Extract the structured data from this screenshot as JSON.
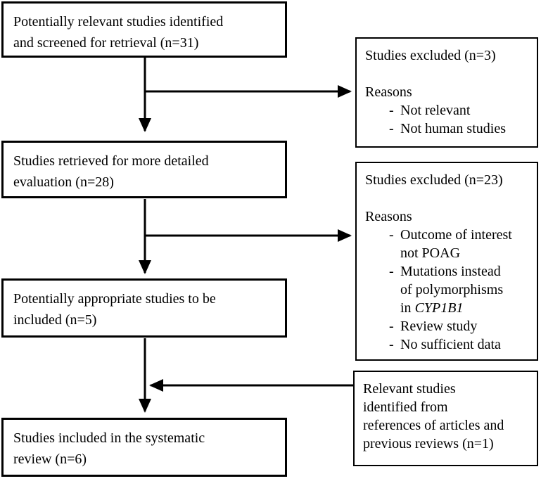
{
  "bullet": "-",
  "colors": {
    "background": "#ffffff",
    "border": "#000000",
    "text": "#000000",
    "arrow": "#000000"
  },
  "flowchart": {
    "boxes": {
      "screened": {
        "text": "Potentially relevant studies identified\nand screened for retrieval (n=31)"
      },
      "excluded_screening": {
        "title": "Studies excluded (n=3)",
        "reasons_label": "Reasons",
        "reasons": [
          {
            "text": "Not relevant"
          },
          {
            "text": "Not human studies"
          }
        ]
      },
      "retrieved": {
        "text": "Studies retrieved for more detailed\nevaluation (n=28)"
      },
      "excluded_evaluation": {
        "title": "Studies excluded (n=23)",
        "reasons_label": "Reasons",
        "reasons": [
          {
            "text": "Outcome of interest\nnot POAG"
          },
          {
            "text": "Mutations instead\nof polymorphisms\nin",
            "italic": "CYP1B1"
          },
          {
            "text": "Review study"
          },
          {
            "text": "No sufficient data"
          }
        ]
      },
      "appropriate": {
        "text": "Potentially appropriate studies to be\nincluded (n=5)"
      },
      "references": {
        "text": "Relevant studies\nidentified from\nreferences of articles and\nprevious reviews (n=1)"
      },
      "included": {
        "text": "Studies included in the systematic\nreview (n=6)"
      }
    }
  }
}
